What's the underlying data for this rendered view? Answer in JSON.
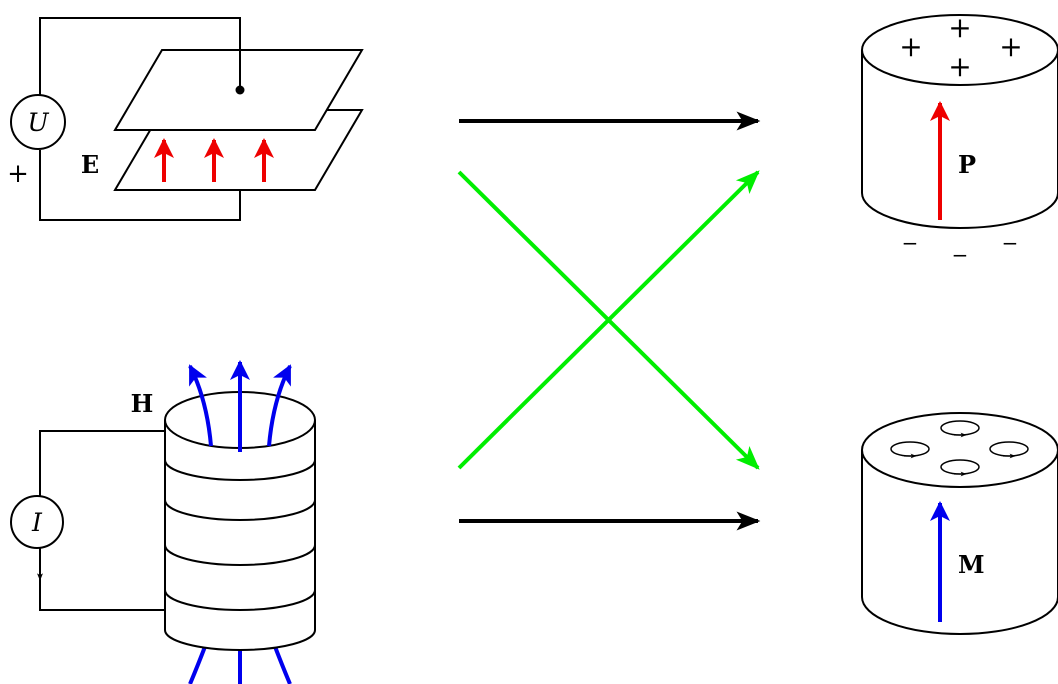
{
  "labels": {
    "voltage_source": "U",
    "current_source": "I",
    "plus_terminal": "+",
    "electric_field": "E",
    "magnetic_field": "H",
    "polarization": "P",
    "magnetization": "M",
    "plus_sign": "+",
    "minus_sign": "−"
  },
  "colors": {
    "stroke": "#000000",
    "electric": "#ee0000",
    "magnetic": "#0000ee",
    "cross_coupling": "#00ee00"
  }
}
